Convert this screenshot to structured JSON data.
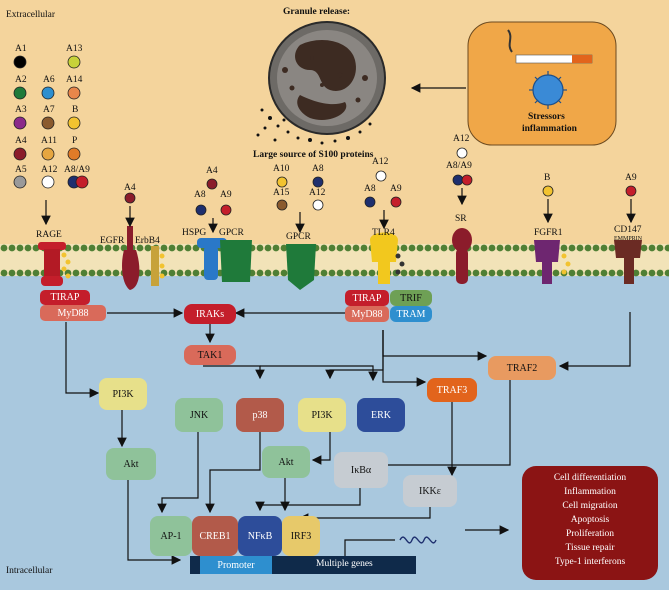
{
  "regions": {
    "extracellular": "Extracellular",
    "intracellular": "Intracellular"
  },
  "granule": {
    "title": "Granule release:",
    "caption": "Large source of S100 proteins"
  },
  "stressors": {
    "label_line1": "Stressors",
    "label_line2": "inflammation"
  },
  "legend": [
    {
      "label": "A1",
      "color": "#000000"
    },
    {
      "label": "A13",
      "color": "#c7d23a"
    },
    {
      "label": "A2",
      "color": "#1f7a3a"
    },
    {
      "label": "A6",
      "color": "#2e8fcf"
    },
    {
      "label": "A14",
      "color": "#e8864a"
    },
    {
      "label": "A3",
      "color": "#8b2a8a"
    },
    {
      "label": "A7",
      "color": "#8a5a2e"
    },
    {
      "label": "B",
      "color": "#f2c330"
    },
    {
      "label": "A4",
      "color": "#8b1c2b"
    },
    {
      "label": "A11",
      "color": "#e6a640"
    },
    {
      "label": "P",
      "color": "#e07b28"
    },
    {
      "label": "A5",
      "color": "#9a9a9a"
    },
    {
      "label": "A12",
      "color": "#ffffff"
    },
    {
      "label": "A8/A9",
      "color": "#1e2f6e"
    }
  ],
  "receptors": [
    {
      "name": "RAGE",
      "ligands": ""
    },
    {
      "name": "EGFR",
      "ligands": "A4"
    },
    {
      "name": "ErbB4",
      "ligands": ""
    },
    {
      "name": "HSPG",
      "ligands": "A4 A8 A9"
    },
    {
      "name": "GPCR",
      "ligands": ""
    },
    {
      "name": "GPCR",
      "ligands": "A10 A8 A15 A12"
    },
    {
      "name": "TLR4",
      "ligands": "A12 A8 A9"
    },
    {
      "name": "SR",
      "ligands": "A12 A8/A9"
    },
    {
      "name": "FGFR1",
      "ligands": "B"
    },
    {
      "name": "CD147",
      "subtitle": "EMMPRIN",
      "ligands": "A9"
    }
  ],
  "ligand_labels": {
    "egfr": "A4",
    "hspg_top": "A4",
    "hspg_a8": "A8",
    "hspg_a9": "A9",
    "gpcr_a10": "A10",
    "gpcr_a8": "A8",
    "gpcr_a15": "A15",
    "gpcr_a12": "A12",
    "tlr4_a12": "A12",
    "tlr4_a8": "A8",
    "tlr4_a9": "A9",
    "sr_a12": "A12",
    "sr_a8a9": "A8/A9",
    "fgfr_b": "B",
    "cd147_a9": "A9"
  },
  "nodes": {
    "tirap1": "TIRAP",
    "myd88_1": "MyD88",
    "iraks": "IRAKs",
    "tak1": "TAK1",
    "tirap2": "TIRAP",
    "myd88_2": "MyD88",
    "trif": "TRIF",
    "tram": "TRAM",
    "traf2": "TRAF2",
    "traf3": "TRAF3",
    "pi3k_1": "PI3K",
    "akt_1": "Akt",
    "jnk": "JNK",
    "p38": "p38",
    "pi3k_2": "PI3K",
    "erk": "ERK",
    "akt_2": "Akt",
    "ikba": "IκBα",
    "ikke": "IKKε",
    "ap1": "AP-1",
    "creb1": "CREB1",
    "nfkb": "NFκB",
    "irf3": "IRF3",
    "promoter": "Promoter",
    "genes": "Multiple genes"
  },
  "outcomes": [
    "Cell differentiation",
    "Inflammation",
    "Cell migration",
    "Apoptosis",
    "Proliferation",
    "Tissue repair",
    "Type-1 interferons"
  ]
}
